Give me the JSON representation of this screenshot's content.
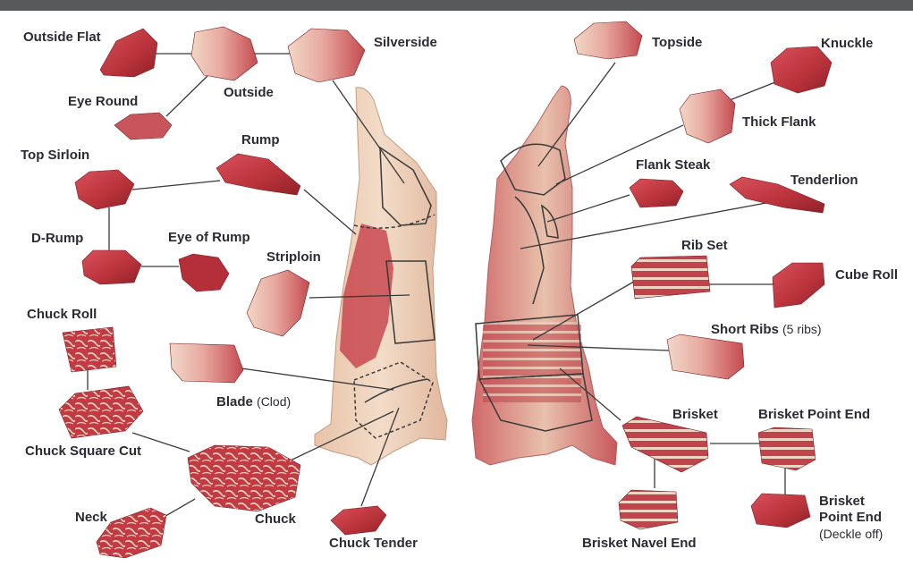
{
  "colors": {
    "top_bar": "#58595b",
    "label": "#2b2b33",
    "leader_line": "#3a3a3a",
    "meat": "#b8323a",
    "fat": "#efd9c4"
  },
  "labels": {
    "outside_flat": "Outside Flat",
    "outside": "Outside",
    "silverside": "Silverside",
    "eye_round": "Eye Round",
    "top_sirloin": "Top Sirloin",
    "rump": "Rump",
    "d_rump": "D-Rump",
    "eye_of_rump": "Eye of Rump",
    "striploin": "Striploin",
    "chuck_roll": "Chuck Roll",
    "blade": "Blade",
    "blade_paren": "(Clod)",
    "chuck_square_cut": "Chuck Square Cut",
    "neck": "Neck",
    "chuck": "Chuck",
    "chuck_tender": "Chuck Tender",
    "topside": "Topside",
    "knuckle": "Knuckle",
    "thick_flank": "Thick Flank",
    "flank_steak": "Flank Steak",
    "tenderlion": "Tenderlion",
    "rib_set": "Rib Set",
    "cube_roll": "Cube Roll",
    "short_ribs": "Short Ribs",
    "short_ribs_paren": "(5 ribs)",
    "brisket": "Brisket",
    "brisket_point_end": "Brisket Point End",
    "brisket_navel_end": "Brisket Navel End",
    "brisket_point_end_deckle_l1": "Brisket",
    "brisket_point_end_deckle_l2": "Point End",
    "brisket_point_end_deckle_l3": "(Deckle off)"
  }
}
